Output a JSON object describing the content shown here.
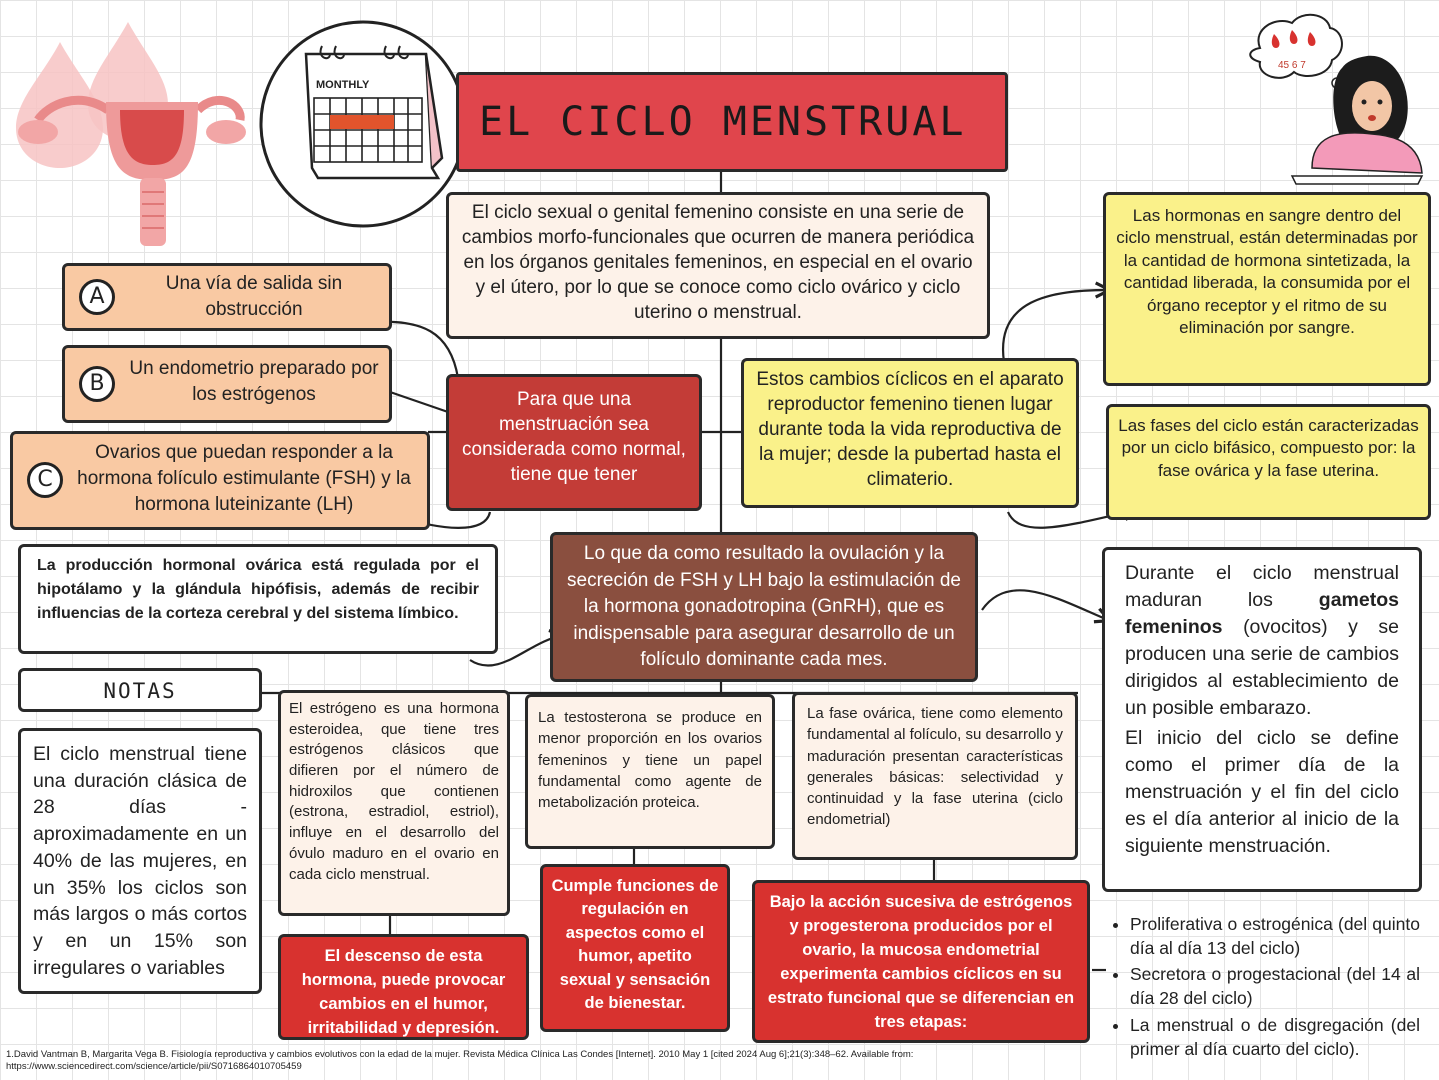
{
  "title": "EL CICLO MENSTRUAL",
  "calendar_label": "MONTHLY",
  "thought_digits": "45 6 7",
  "definition": "El ciclo sexual o genital femenino consiste en una serie de cambios morfo-funcionales que ocurren de manera periódica en los órganos genitales femeninos, en especial en el ovario y el útero, por lo que se conoce como ciclo ovárico y ciclo uterino o menstrual.",
  "requirements": {
    "intro": "Para que una menstruación sea considerada como normal, tiene que tener",
    "a": {
      "letter": "A",
      "text": "Una vía de salida sin obstrucción"
    },
    "b": {
      "letter": "B",
      "text": "Un endometrio preparado por los estrógenos"
    },
    "c": {
      "letter": "C",
      "text": "Ovarios que puedan responder a la hormona folículo estimulante (FSH) y la hormona luteinizante (LH)"
    }
  },
  "regulation": "La producción hormonal ovárica está regulada por el hipotálamo y la glándula hipófisis, además de recibir influencias de la corteza cerebral y del sistema límbico.",
  "cyclic_changes": "Estos cambios cíclicos en el aparato reproductor femenino tienen lugar durante toda la vida reproductiva de la mujer; desde la pubertad hasta el climaterio.",
  "hormones_blood": "Las hormonas en sangre dentro del ciclo menstrual, están determinadas por la cantidad de hormona sintetizada, la cantidad liberada, la consumida por el órgano receptor y el ritmo de su eliminación por sangre.",
  "phases_biphasic": "Las fases del ciclo están caracterizadas por un ciclo bifásico, compuesto por: la fase ovárica y la fase uterina.",
  "ovulation": "Lo que da como resultado la ovulación y la secreción de FSH y LH bajo la estimulación de la hormona gonadotropina (GnRH), que es indispensable para asegurar desarrollo de un folículo dominante cada mes.",
  "gametes": {
    "part1": "Durante el ciclo menstrual maduran los ",
    "bold": "gametos femeninos",
    "part2": " (ovocitos) y se producen una serie de cambios dirigidos al establecimiento de un posible embarazo.",
    "part3": "El inicio del ciclo se define como el primer día de la menstruación y el fin del ciclo es el día anterior al inicio de la siguiente menstruación."
  },
  "notes": {
    "heading": "NOTAS",
    "text": "El ciclo menstrual tiene una duración clásica de 28 días - aproximadamente en un 40% de las mujeres, en un 35% los ciclos son más largos o más cortos y en un 15% son irregulares o variables"
  },
  "estrogen": {
    "text": "El estrógeno es una hormona esteroidea, que tiene tres estrógenos clásicos que difieren por el número de hidroxilos que contienen (estrona, estradiol, estriol), influye en el desarrollo del óvulo maduro en el ovario en cada ciclo menstrual.",
    "effect": "El descenso de esta hormona, puede provocar cambios en el humor, irritabilidad y depresión."
  },
  "testosterone": {
    "text": "La testosterona se produce en menor proporción en los ovarios femeninos y tiene un papel fundamental como agente de metabolización proteica.",
    "effect": "Cumple funciones de regulación en aspectos como el humor, apetito sexual y sensación de bienestar."
  },
  "ovarian_phase": {
    "text": "La fase ovárica, tiene como elemento fundamental al folículo, su desarrollo y maduración presentan características generales básicas: selectividad y continuidad y la fase uterina (ciclo endometrial)",
    "effect": "Bajo la acción sucesiva de estrógenos y progesterona producidos por el ovario, la mucosa endometrial experimenta cambios cíclicos en su estrato funcional que se diferencian en tres etapas:"
  },
  "stages": [
    "Proliferativa o estrogénica (del quinto día al día 13 del ciclo)",
    "Secretora o progestacional (del 14 al día 28 del ciclo)",
    "La menstrual o de disgregación (del primer al día cuarto del ciclo)."
  ],
  "reference": "1.David Vantman B, Margarita Vega B. Fisiología reproductiva y cambios evolutivos con la edad de la mujer. Revista Médica Clínica Las Condes [Internet]. 2010 May 1 [cited 2024 Aug 6];21(3):348–62. Available from: https://www.sciencedirect.com/science/article/pii/S0716864010705459",
  "colors": {
    "title_red": "#e0454c",
    "peach": "#f9c9a3",
    "cream": "#fdf2e9",
    "yellow": "#faf18a",
    "red": "#d8322f",
    "brown": "#8a4f3f"
  }
}
